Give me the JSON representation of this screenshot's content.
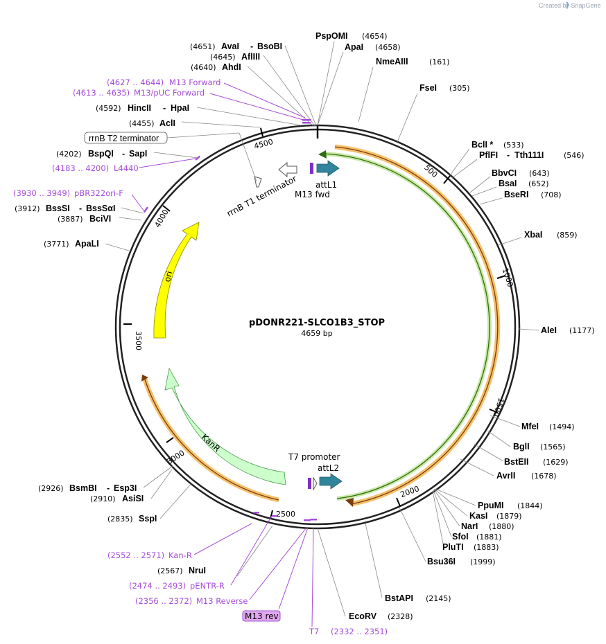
{
  "watermark": "Created by SnapGene",
  "plasmid": {
    "name": "pDONR221-SLCO1B3_STOP",
    "length_label": "4659 bp",
    "length": 4659
  },
  "ticks": [
    "500",
    "1000",
    "1500",
    "2000",
    "2500",
    "3000",
    "3500",
    "4000",
    "4500"
  ],
  "enzymes": [
    {
      "name": "PspOMI",
      "pos": "(4654)"
    },
    {
      "name": "ApaI",
      "pos": "(4658)"
    },
    {
      "name": "NmeAIII",
      "pos": "(161)"
    },
    {
      "name": "FseI",
      "pos": "(305)"
    },
    {
      "name": "BclI *",
      "pos": "(533)"
    },
    {
      "name": "PflFI",
      "pos": "(546)",
      "name2": "Tth111I"
    },
    {
      "name": "BbvCI",
      "pos": "(643)"
    },
    {
      "name": "BsaI",
      "pos": "(652)"
    },
    {
      "name": "BseRI",
      "pos": "(708)"
    },
    {
      "name": "XbaI",
      "pos": "(859)"
    },
    {
      "name": "AleI",
      "pos": "(1177)"
    },
    {
      "name": "MfeI",
      "pos": "(1494)"
    },
    {
      "name": "BglI",
      "pos": "(1565)"
    },
    {
      "name": "BstEII",
      "pos": "(1629)"
    },
    {
      "name": "AvrII",
      "pos": "(1678)"
    },
    {
      "name": "PpuMI",
      "pos": "(1844)"
    },
    {
      "name": "KasI",
      "pos": "(1879)"
    },
    {
      "name": "NarI",
      "pos": "(1880)"
    },
    {
      "name": "SfoI",
      "pos": "(1881)"
    },
    {
      "name": "PluTI",
      "pos": "(1883)"
    },
    {
      "name": "Bsu36I",
      "pos": "(1999)"
    },
    {
      "name": "BstAPI",
      "pos": "(2145)"
    },
    {
      "name": "EcoRV",
      "pos": "(2328)"
    },
    {
      "name": "NruI",
      "pos": "(2567)"
    },
    {
      "name": "SspI",
      "pos": "(2835)"
    },
    {
      "name": "AsiSI",
      "pos": "(2910)"
    },
    {
      "name": "BsmBI",
      "pos": "(2926)",
      "name2": "Esp3I"
    },
    {
      "name": "ApaLI",
      "pos": "(3771)"
    },
    {
      "name": "BciVI",
      "pos": "(3887)"
    },
    {
      "name": "BssSI",
      "pos": "(3912)",
      "name2": "BssSαI"
    },
    {
      "name": "BspQI",
      "pos": "(4202)",
      "name2": "SapI"
    },
    {
      "name": "AclI",
      "pos": "(4455)"
    },
    {
      "name": "HincII",
      "pos": "(4592)",
      "name2": "HpaI"
    },
    {
      "name": "AhdI",
      "pos": "(4640)"
    },
    {
      "name": "AflIII",
      "pos": "(4645)"
    },
    {
      "name": "AvaI",
      "pos": "(4651)",
      "name2": "BsoBI"
    }
  ],
  "primers": [
    {
      "range": "(4627 .. 4644)",
      "name": "M13 Forward"
    },
    {
      "range": "(4613 .. 4635)",
      "name": "M13/pUC Forward"
    },
    {
      "range": "(4183 .. 4200)",
      "name": "L4440"
    },
    {
      "range": "(3930 .. 3949)",
      "name": "pBR322ori-F"
    },
    {
      "range": "(2552 .. 2571)",
      "name": "Kan-R"
    },
    {
      "range": "(2474 .. 2493)",
      "name": "pENTR-R"
    },
    {
      "range": "(2356 .. 2372)",
      "name": "M13 Reverse"
    },
    {
      "range": "(2332 .. 2351)",
      "name": "T7"
    }
  ],
  "features": {
    "rrnb_t2": "rrnB T2 terminator",
    "rrnb_t1": "rrnB T1 terminator",
    "attl1": "attL1",
    "m13fwd": "M13 fwd",
    "t7prom": "T7 promoter",
    "attl2": "attL2",
    "m13rev": "M13 rev",
    "ori": "ori",
    "kanr": "KanR"
  },
  "colors": {
    "primer": "#a64cd9",
    "ori": "#ffff00",
    "kanr": "#ccffcc",
    "att": "#31849b",
    "orf_orange": "#f5c06b",
    "orf_green": "#4f9a1b"
  }
}
